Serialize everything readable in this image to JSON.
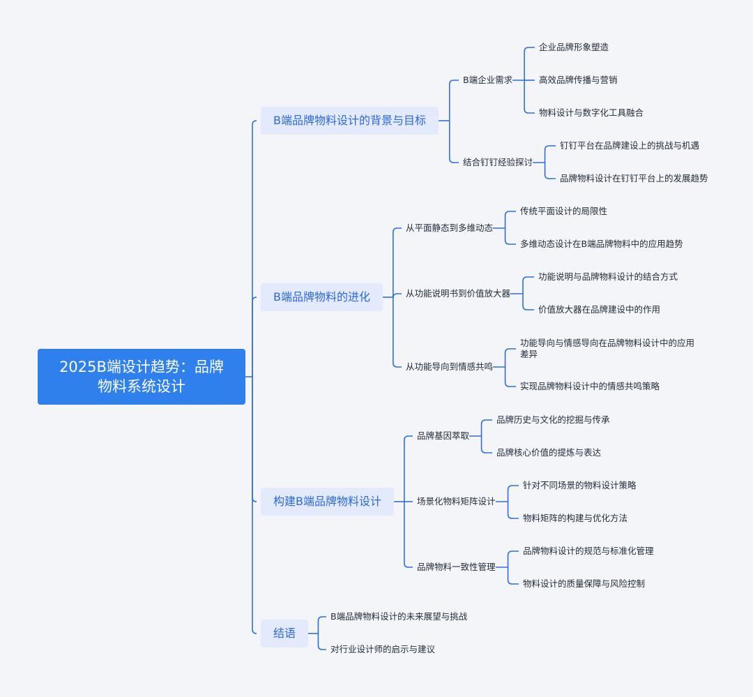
{
  "root": {
    "title": "2025B端设计趋势：品牌物料系统设计"
  },
  "branches": [
    {
      "label": "B端品牌物料设计的背景与目标",
      "children": [
        {
          "label": "B端企业需求",
          "children": [
            "企业品牌形象塑造",
            "高效品牌传播与营销",
            "物料设计与数字化工具融合"
          ]
        },
        {
          "label": "结合钉钉经验探讨",
          "children": [
            "钉钉平台在品牌建设上的挑战与机遇",
            "品牌物料设计在钉钉平台上的发展趋势"
          ]
        }
      ]
    },
    {
      "label": "B端品牌物料的进化",
      "children": [
        {
          "label": "从平面静态到多维动态",
          "children": [
            "传统平面设计的局限性",
            "多维动态设计在B端品牌物料中的应用趋势"
          ]
        },
        {
          "label": "从功能说明书到价值放大器",
          "children": [
            "功能说明与品牌物料设计的结合方式",
            "价值放大器在品牌建设中的作用"
          ]
        },
        {
          "label": "从功能导向到情感共鸣",
          "children": [
            "功能导向与情感导向在品牌物料设计中的应用差异",
            "实现品牌物料设计中的情感共鸣策略"
          ]
        }
      ]
    },
    {
      "label": "构建B端品牌物料设计",
      "children": [
        {
          "label": "品牌基因萃取",
          "children": [
            "品牌历史与文化的挖掘与传承",
            "品牌核心价值的提炼与表达"
          ]
        },
        {
          "label": "场景化物料矩阵设计",
          "children": [
            "针对不同场景的物料设计策略",
            "物料矩阵的构建与优化方法"
          ]
        },
        {
          "label": "品牌物料一致性管理",
          "children": [
            "品牌物料设计的规范与标准化管理",
            "物料设计的质量保障与风险控制"
          ]
        }
      ]
    },
    {
      "label": "结语",
      "children": [
        {
          "label": "B端品牌物料设计的未来展望与挑战"
        },
        {
          "label": "对行业设计师的启示与建议"
        }
      ]
    }
  ],
  "colors": {
    "line": "#2f6fdb",
    "root_bg": "#2f80ed",
    "branch_bg": "#e2eafb",
    "branch_text": "#2d68d8",
    "background": "#f3f5f9"
  }
}
